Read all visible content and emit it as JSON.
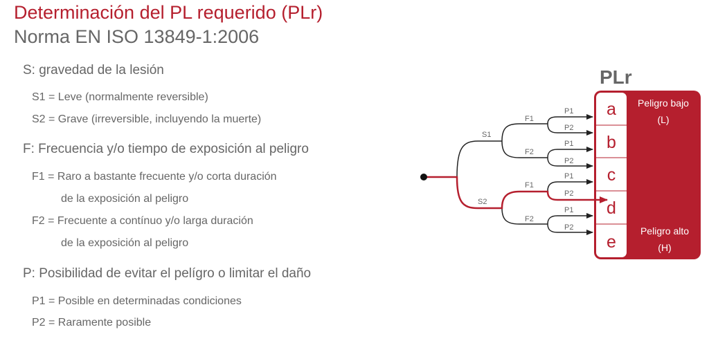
{
  "title": "Determinación del PL requerido (PLr)",
  "subtitle": "Norma EN ISO 13849-1:2006",
  "sections": [
    {
      "head": "S: gravedad de la lesión",
      "items": [
        "S1 = Leve (normalmente reversible)",
        "S2 = Grave (irreversible, incluyendo la muerte)"
      ]
    },
    {
      "head": "F: Frecuencia y/o tiempo de exposición al peligro",
      "items": [
        "F1 = Raro a bastante frecuente y/o corta duración",
        "de la exposición al peligro",
        "F2 = Frecuente a contínuo y/o larga duración",
        "de la exposición al peligro"
      ]
    },
    {
      "head": "P: Posibilidad de evitar el pelígro o limitar el daño",
      "items": [
        "P1 = Posible en determinadas condiciones",
        "P2 = Raramente posible"
      ]
    }
  ],
  "diagram": {
    "heading": "PLr",
    "levels": [
      "a",
      "b",
      "c",
      "d",
      "e"
    ],
    "low": "Peligro bajo",
    "low_code": "(L)",
    "high": "Peligro alto",
    "high_code": "(H)",
    "s": [
      "S1",
      "S2"
    ],
    "f": "F1",
    "f2": "F2",
    "p1": "P1",
    "p2": "P2",
    "colors": {
      "accent": "#b51f2e",
      "line": "#222222"
    }
  }
}
